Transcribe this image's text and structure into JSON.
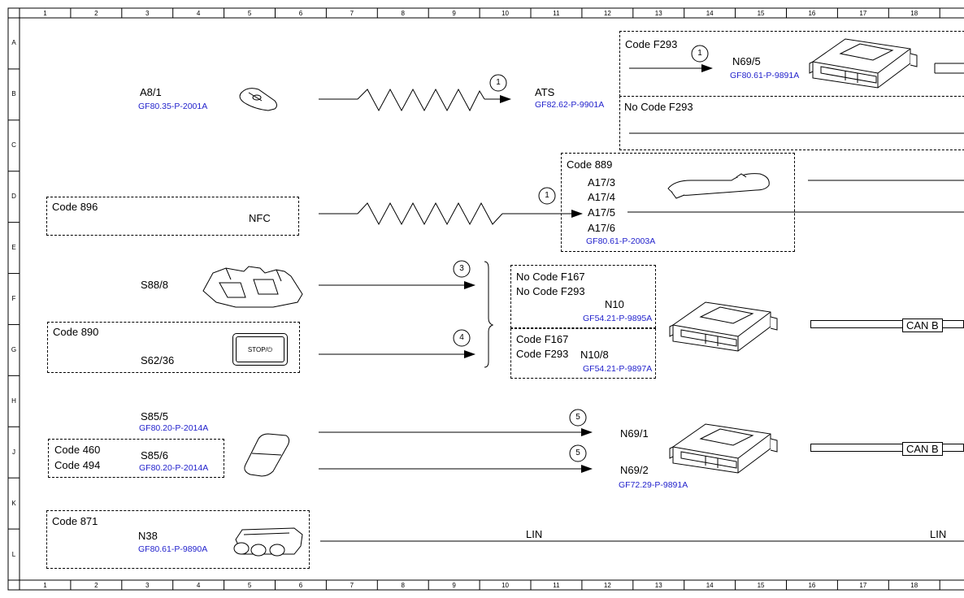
{
  "grid": {
    "columns": [
      "1",
      "2",
      "3",
      "4",
      "5",
      "6",
      "7",
      "8",
      "9",
      "10",
      "11",
      "12",
      "13",
      "14",
      "15",
      "16",
      "17",
      "18"
    ],
    "rows": [
      "A",
      "B",
      "C",
      "D",
      "E",
      "F",
      "G",
      "H",
      "J",
      "K",
      "L"
    ]
  },
  "components": {
    "a8_1": {
      "id": "A8/1",
      "ref": "GF80.35-P-2001A"
    },
    "ats": {
      "id": "ATS",
      "ref": "GF82.62-P-9901A"
    },
    "n69_5": {
      "code": "Code F293",
      "id": "N69/5",
      "ref": "GF80.61-P-9891A",
      "alt_code": "No Code F293"
    },
    "nfc": {
      "code": "Code 896",
      "id": "NFC"
    },
    "a17": {
      "code": "Code 889",
      "ids": [
        "A17/3",
        "A17/4",
        "A17/5",
        "A17/6"
      ],
      "ref": "GF80.61-P-2003A"
    },
    "s88_8": {
      "id": "S88/8"
    },
    "s62_36": {
      "code": "Code 890",
      "id": "S62/36",
      "button_text": "STOP/"
    },
    "n10": {
      "codes": [
        "No Code F167",
        "No Code F293"
      ],
      "id": "N10",
      "ref": "GF54.21-P-9895A"
    },
    "n10_8": {
      "codes": [
        "Code F167",
        "Code F293"
      ],
      "id": "N10/8",
      "ref": "GF54.21-P-9897A"
    },
    "s85_5": {
      "id": "S85/5",
      "ref": "GF80.20-P-2014A"
    },
    "s85_6": {
      "codes": [
        "Code 460",
        "Code 494"
      ],
      "id": "S85/6",
      "ref": "GF80.20-P-2014A"
    },
    "n69": {
      "ids": [
        "N69/1",
        "N69/2"
      ],
      "ref": "GF72.29-P-9891A"
    },
    "n38": {
      "code": "Code 871",
      "id": "N38",
      "ref": "GF80.61-P-9890A"
    }
  },
  "signals": {
    "s1a": "1",
    "s1b": "1",
    "s1c": "1",
    "s3": "3",
    "s4": "4",
    "s5a": "5",
    "s5b": "5"
  },
  "buses": {
    "can_b_1": "CAN B",
    "can_b_2": "CAN B",
    "lin_1": "LIN",
    "lin_2": "LIN"
  }
}
